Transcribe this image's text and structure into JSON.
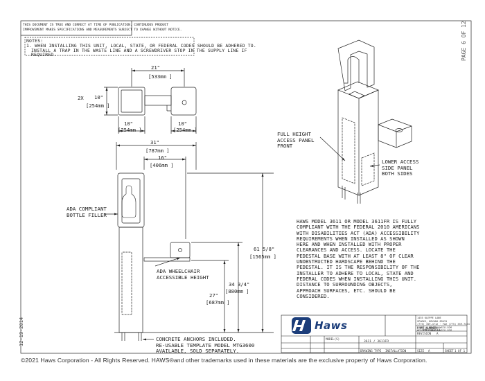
{
  "header": {
    "disclaimer_1": "THIS DOCUMENT IS TRUE AND CORRECT AT TIME OF PUBLICATION. CONTINUOUS PRODUCT",
    "disclaimer_2": "IMPROVEMENT MAKES SPECIFICATIONS AND MEASUREMENTS SUBJECT TO CHANGE WITHOUT NOTICE.",
    "page_label": "PAGE 6 OF 12"
  },
  "notes": {
    "heading": "NOTES:",
    "line_1": "1. WHEN INSTALLING THIS UNIT, LOCAL, STATE, OR FEDERAL CODES SHOULD BE ADHERED TO.",
    "line_2": "INSTALL A TRAP IN THE WASTE LINE AND A SCREWDRIVER STOP IN THE SUPPLY LINE IF",
    "line_3": "REQUIRED."
  },
  "dimensions": {
    "top_21": "21\"",
    "top_533": "[533mm ]",
    "left_2x": "2X",
    "left_10": "10\"",
    "left_254": "[254mm ]",
    "bot_10a": "10\"",
    "bot_254a": "[254mm ]",
    "bot_10b": "10\"",
    "bot_254b": "[254mm ]",
    "w_31": "31\"",
    "w_787": "[787mm ]",
    "w_16": "16\"",
    "w_406": "[406mm ]",
    "h_61": "61 5/8\"",
    "h_1565": "[1565mm ]",
    "h_34": "34 3/4\"",
    "h_880": "[880mm ]",
    "h_27": "27\"",
    "h_687": "[687mm ]"
  },
  "callouts": {
    "bottle_filler": "ADA COMPLIANT\nBOTTLE FILLER",
    "wheelchair": "ADA WHEELCHAIR\nACCESSIBLE HEIGHT",
    "anchors": "CONCRETE ANCHORS INCLUDED.\nRE-USABLE TEMPLATE MODEL MTG3600\nAVAILABLE, SOLD SEPARATELY.",
    "full_height": "FULL HEIGHT\nACCESS PANEL\nFRONT",
    "lower_access": "LOWER ACCESS\nSIDE PANEL\nBOTH SIDES"
  },
  "compliance_text": "HAWS MODEL 3611 OR MODEL 3611FR IS FULLY\nCOMPLIANT WITH THE FEDERAL 2010 AMERICANS\nWITH DISABILITIES ACT (ADA) ACCESSIBILITY\nREQUIREMENTS WHEN INSTALLED AS SHOWN\nHERE AND WHEN INSTALLED WITH PROPER\nCLEARANCES AND ACCESS. LOCATE THE\nPEDESTAL BASE WITH AT LEAST 8\" OF CLEAR\nUNOBSTRUCTED HARDSCAPE BEHIND THE\nPEDESTAL. IT IS THE RESPONSIBILITY OF THE\nINSTALLER TO ADHERE TO LOCAL, STATE AND\nFEDERAL CODES WHEN INSTALLING THIS UNIT.\nDISTANCE TO SURROUNDING OBJECTS,\nAPPROACH SURFACES, ETC. SHOULD BE\nCONSIDERED.",
  "title_block": {
    "company_lines": "1455 KLEPPE LANE\nSPARKS, NEVADA 89431\n(775) 359-4712 · FAX (775) 359-7424\nE-MAIL: HAWS@HAWSCO.COM\nWEBSITE: WWW.HAWSCO.COM",
    "logo_word": "Haws",
    "model_label": "MODEL(S)",
    "model_value": "3611 / 3611FR",
    "part_number_label": "PART NUMBER",
    "part_number_value": "0000003611",
    "revision_label": "REVISION",
    "revision_value": "A",
    "size_label": "SIZE",
    "size_value": "A",
    "sheet_label": "SHEET",
    "sheet_value": "1 OF 1",
    "drawing_type_label": "DRAWING TYPE",
    "drawing_type_value": "INSTALLATION",
    "date_stamp": "12-19-2014"
  },
  "footer": "©2021 Haws Corporation - All Rights Reserved. HAWS®and other trademarks used in these materials are the exclusive property of Haws Corporation."
}
